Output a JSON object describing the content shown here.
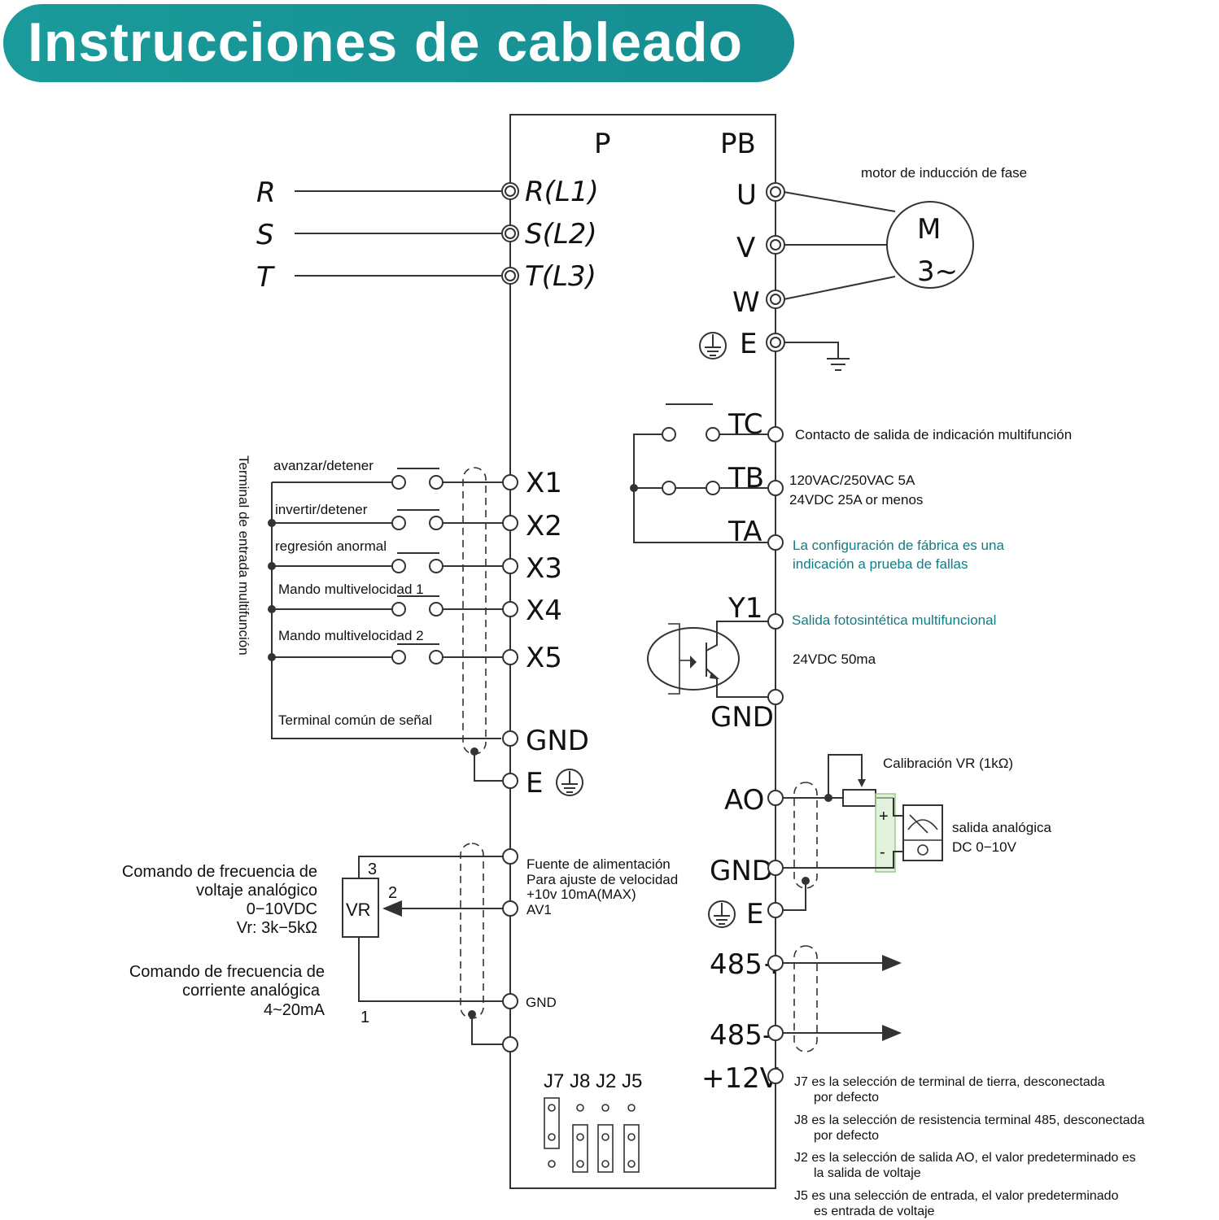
{
  "title": "Instrucciones de cableado",
  "colors": {
    "banner": "#1a9a9a",
    "accent_text": "#0f7d86",
    "line": "#333333",
    "highlight_box": "#cfe8c4"
  },
  "bus_labels": {
    "p": "P",
    "pb": "PB"
  },
  "input_lines": [
    "R",
    "S",
    "T"
  ],
  "input_terminals": [
    "R(L1)",
    "S(L2)",
    "T(L3)"
  ],
  "motor": {
    "caption": "motor de inducción de fase",
    "symbol": "M",
    "phase": "3~"
  },
  "output_terminals": [
    "U",
    "V",
    "W",
    "E"
  ],
  "relay": {
    "terminals": [
      "TC",
      "TB",
      "TA"
    ],
    "desc_1": "Contacto de salida de indicación multifunción",
    "desc_2": "120VAC/250VAC 5A",
    "desc_3": "24VDC 25A or menos",
    "factory_1": "La configuración de fábrica es una",
    "factory_2": "indicación a prueba de fallas"
  },
  "y1": {
    "terminal": "Y1",
    "desc": "Salida fotosintética multifuncional",
    "rating": "24VDC 50ma",
    "gnd": "GND"
  },
  "inputs_vertical_label": "Terminal de entrada multifunción",
  "digital_inputs": [
    {
      "label": "avanzar/detener",
      "terminal": "X1"
    },
    {
      "label": "invertir/detener",
      "terminal": "X2"
    },
    {
      "label": "regresión anormal",
      "terminal": "X3"
    },
    {
      "label": "Mando multivelocidad 1",
      "terminal": "X4"
    },
    {
      "label": "Mando multivelocidad 2",
      "terminal": "X5"
    }
  ],
  "common": {
    "label": "Terminal común de señal",
    "gnd": "GND",
    "e": "E"
  },
  "analog_voltage": {
    "line_1": "Comando de frecuencia de",
    "line_2": "voltaje analógico",
    "line_3": "0−10VDC",
    "line_4": "Vr: 3k−5kΩ"
  },
  "analog_current": {
    "line_1": "Comando de frecuencia de",
    "line_2": "corriente analógica",
    "line_3": "4~20mA"
  },
  "vr": {
    "label": "VR",
    "pin_3": "3",
    "pin_2": "2",
    "pin_1": "1"
  },
  "supply": {
    "line_1": "Fuente de alimentación",
    "line_2": "Para ajuste de velocidad",
    "line_3": "+10v 10mA(MAX)",
    "av1": "AV1",
    "gnd": "GND"
  },
  "analog_out": {
    "ao": "AO",
    "gnd": "GND",
    "e": "E",
    "calibration": "Calibración VR (1kΩ)",
    "out_1": "salida analógica",
    "out_2": "DC 0−10V",
    "plus": "+",
    "minus": "-"
  },
  "comm": {
    "rs485_plus": "485+",
    "rs485_minus": "485-",
    "v12": "+12V"
  },
  "jumpers": [
    "J7",
    "J8",
    "J2",
    "J5"
  ],
  "jumper_notes": [
    {
      "l1": "J7 es la selección de terminal de tierra, desconectada",
      "l2": "por defecto"
    },
    {
      "l1": "J8 es la selección de resistencia terminal 485, desconectada",
      "l2": "por defecto"
    },
    {
      "l1": "J2 es la selección de salida AO, el valor predeterminado es",
      "l2": "la salida de voltaje"
    },
    {
      "l1": "J5 es una selección de entrada, el valor predeterminado",
      "l2": "es entrada de voltaje"
    }
  ]
}
